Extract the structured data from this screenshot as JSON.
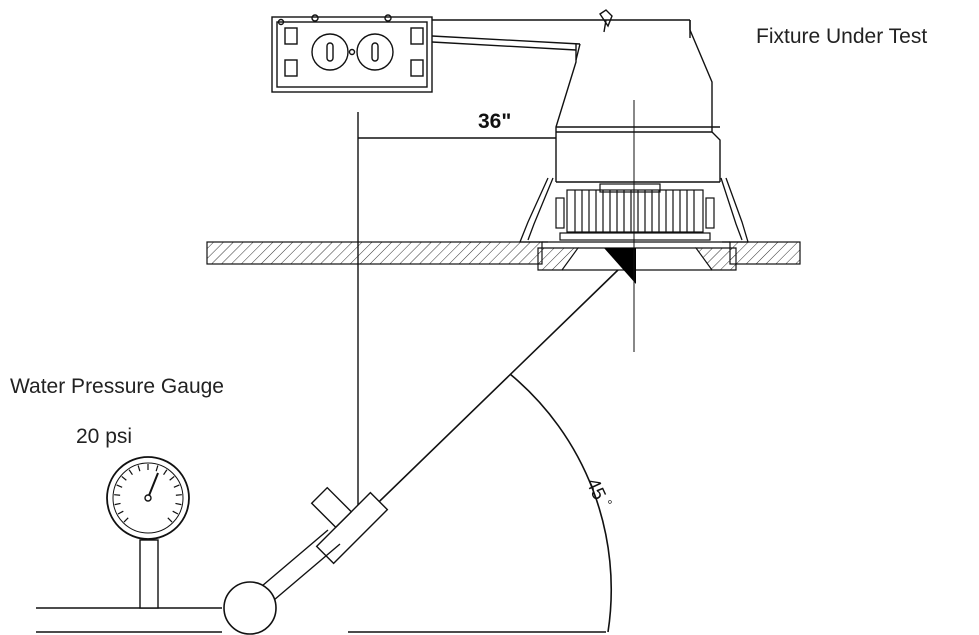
{
  "labels": {
    "fixture": "Fixture Under Test",
    "gauge_title": "Water Pressure Gauge",
    "gauge_value": "20 psi",
    "distance": "36\"",
    "angle": "45",
    "angle_unit": "°"
  },
  "colors": {
    "line": "#111111",
    "text": "#222222",
    "background": "#ffffff"
  }
}
